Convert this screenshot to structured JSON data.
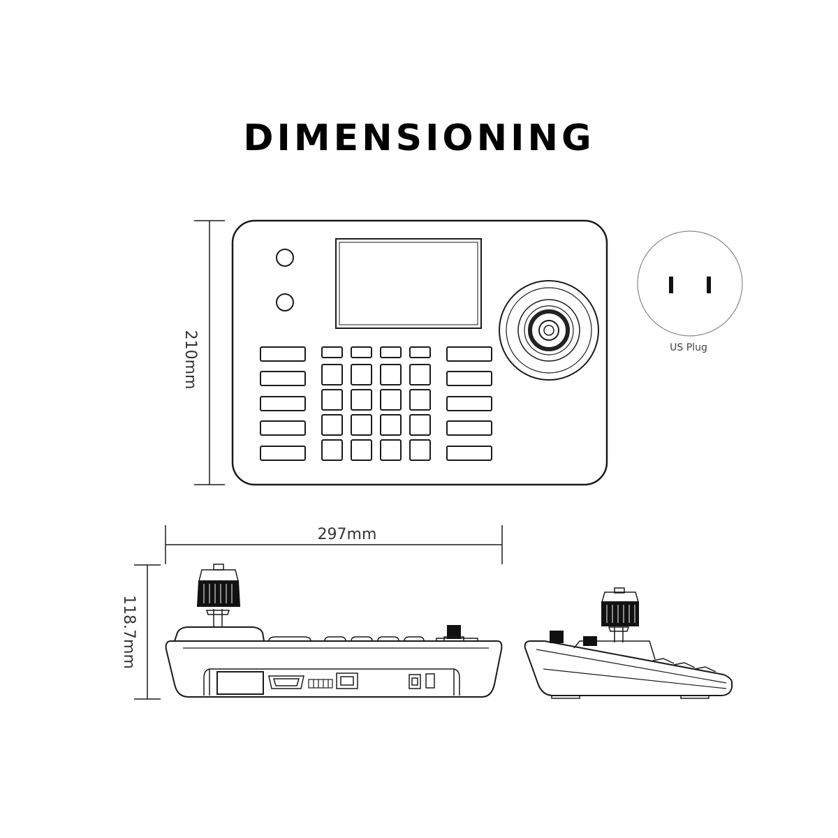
{
  "title": "DIMENSIONING",
  "dimensions": {
    "height": "210mm",
    "width": "297mm",
    "depth": "118.7mm"
  },
  "plug": {
    "label": "US Plug"
  },
  "colors": {
    "line": "#1a1a1a",
    "background": "#ffffff"
  }
}
